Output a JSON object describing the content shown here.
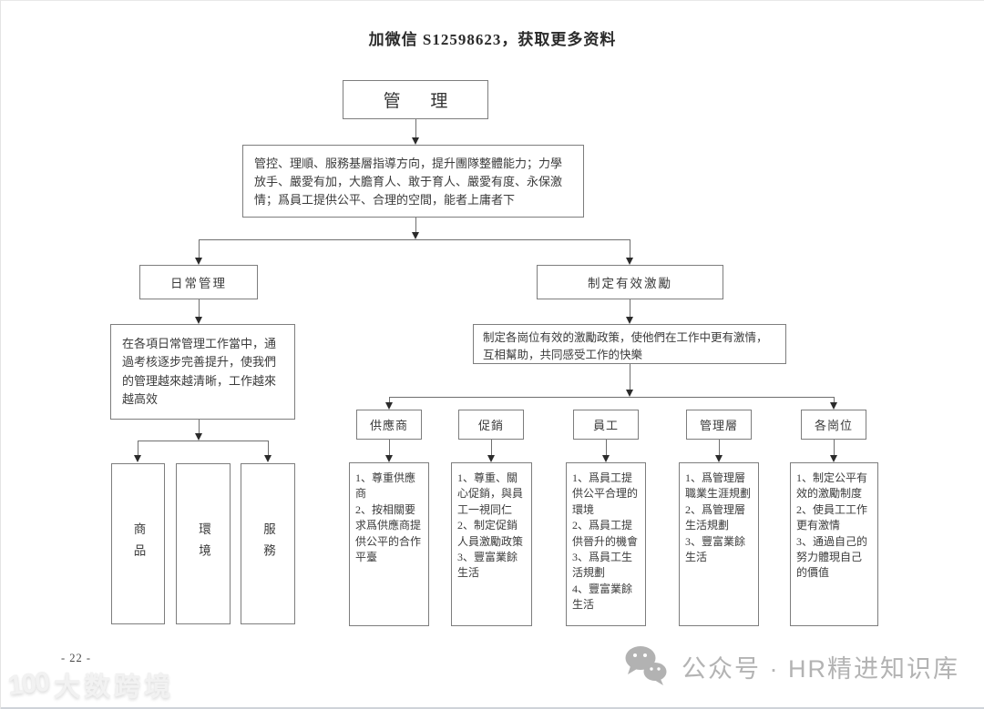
{
  "page": {
    "header_note": "加微信 S12598623，获取更多资料",
    "page_number": "- 22 -"
  },
  "chart": {
    "root": {
      "label": "管 理"
    },
    "summary": "管控、理順、服務基層指導方向，提升團隊整體能力；力學放手、嚴愛有加，大膽育人、敢于育人、嚴愛有度、永保激情；爲員工提供公平、合理的空間，能者上庸者下",
    "left": {
      "title": "日常管理",
      "description": "在各項日常管理工作當中，通過考核逐步完善提升，使我們的管理越來越清晰，工作越來越高效",
      "leaves": [
        "商品",
        "環境",
        "服務"
      ]
    },
    "right": {
      "title": "制定有效激勵",
      "description": "制定各崗位有效的激勵政策，使他們在工作中更有激情，互相幫助，共同感受工作的快樂",
      "columns": [
        {
          "title": "供應商",
          "items": [
            "1、尊重供應商",
            "2、按相關要求爲供應商提供公平的合作平臺"
          ]
        },
        {
          "title": "促銷",
          "items": [
            "1、尊重、關心促銷，與員工一視同仁",
            "2、制定促銷人員激勵政策",
            "3、豐富業餘生活"
          ]
        },
        {
          "title": "員工",
          "items": [
            "1、爲員工提供公平合理的環境",
            "2、爲員工提供晉升的機會",
            "3、爲員工生活規劃",
            "4、豐富業餘生活"
          ]
        },
        {
          "title": "管理層",
          "items": [
            "1、爲管理層職業生涯規劃",
            "2、爲管理層生活規劃",
            "3、豐富業餘生活"
          ]
        },
        {
          "title": "各崗位",
          "items": [
            "1、制定公平有效的激勵制度",
            "2、使員工工作更有激情",
            "3、通過自己的努力體現自己的價值"
          ]
        }
      ]
    }
  },
  "footer": {
    "watermark_badge": "100",
    "watermark_logo": "大数跨境",
    "wechat_label": "公众号 · HR精进知识库",
    "wechat_icon_color": "#b2b2b2"
  }
}
